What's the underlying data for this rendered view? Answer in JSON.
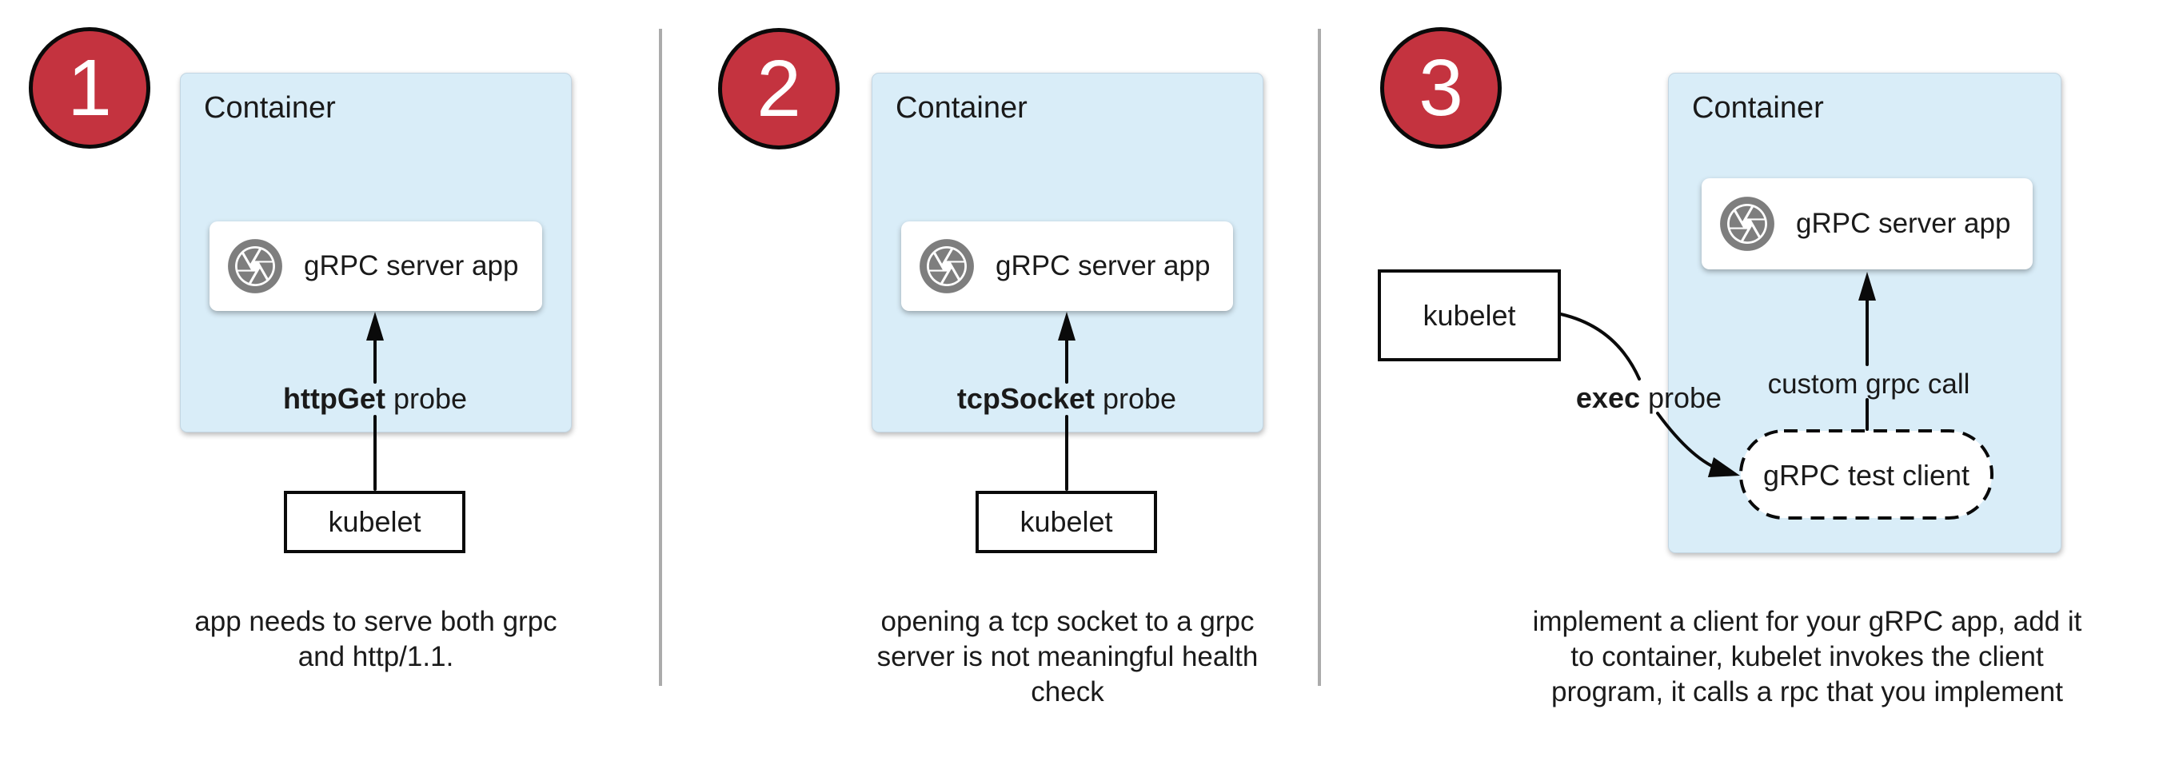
{
  "colors": {
    "badge_red": "#c4333f",
    "container_blue": "#d9edf8",
    "divider_gray": "#ababab",
    "icon_gray": "#7e7e7e",
    "ink": "#0a0a0a"
  },
  "panels": [
    {
      "badge": "1",
      "container_label": "Container",
      "app_box": {
        "label": "gRPC server app",
        "icon": "camera-aperture-icon"
      },
      "probe": {
        "bold": "httpGet",
        "rest": " probe"
      },
      "kubelet_label": "kubelet",
      "caption_lines": [
        "app needs to serve both grpc",
        "and http/1.1."
      ]
    },
    {
      "badge": "2",
      "container_label": "Container",
      "app_box": {
        "label": "gRPC server app",
        "icon": "camera-aperture-icon"
      },
      "probe": {
        "bold": "tcpSocket",
        "rest": " probe"
      },
      "kubelet_label": "kubelet",
      "caption_lines": [
        "opening a tcp socket to a grpc",
        "server is not meaningful health",
        "check"
      ]
    },
    {
      "badge": "3",
      "container_label": "Container",
      "app_box": {
        "label": "gRPC server app",
        "icon": "camera-aperture-icon"
      },
      "probe": {
        "bold": "exec",
        "rest": " probe"
      },
      "kubelet_label": "kubelet",
      "grpc_call_label": "custom grpc call",
      "test_client_label": "gRPC test client",
      "caption_lines": [
        "implement a client for your gRPC app, add it",
        "to container, kubelet invokes the client",
        "program, it calls a rpc that you implement"
      ]
    }
  ]
}
